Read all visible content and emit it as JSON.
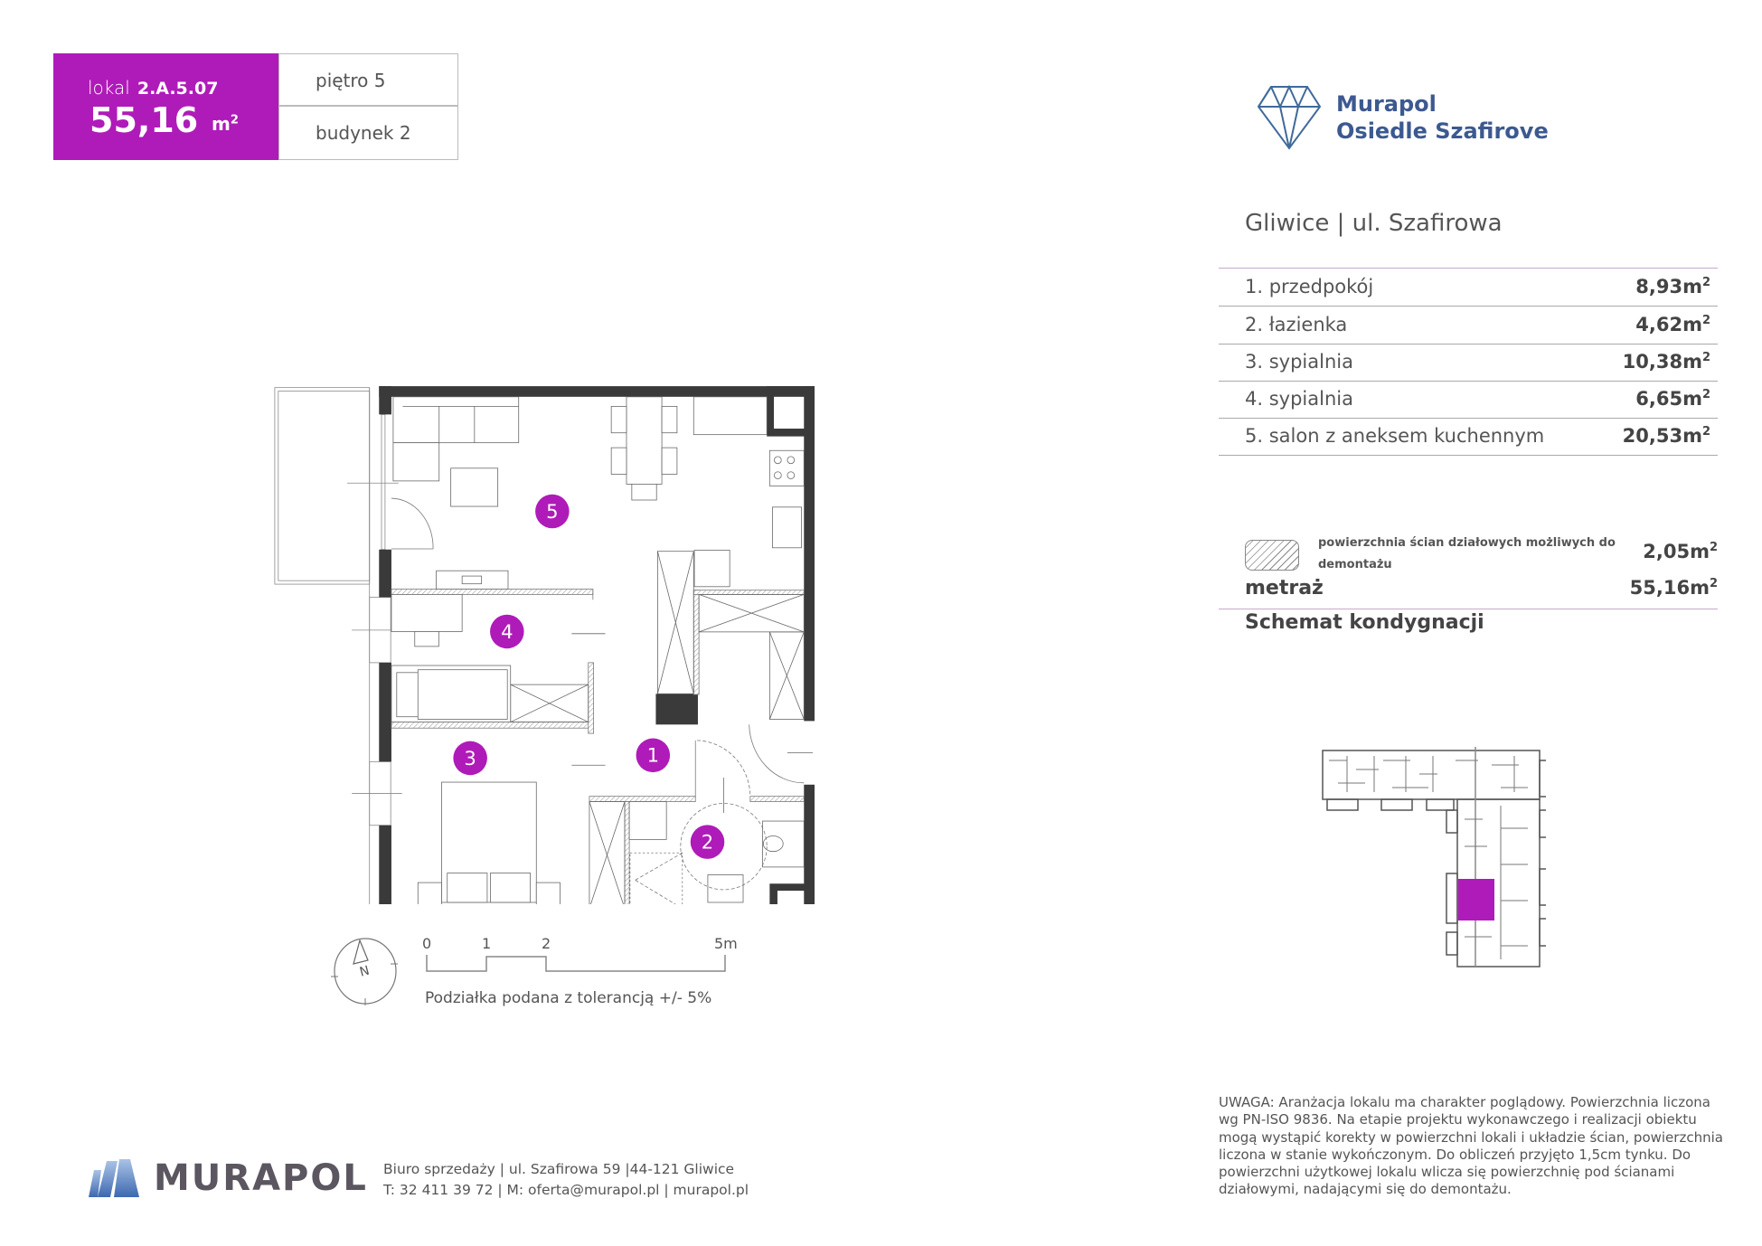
{
  "header": {
    "lokal_label": "lokal",
    "lokal_id": "2.A.5.07",
    "area": "55,16",
    "area_unit": "m",
    "area_unit_sup": "2",
    "floor": "piętro 5",
    "building": "budynek 2"
  },
  "brand": {
    "line1": "Murapol",
    "line2": "Osiedle Szafirove",
    "location": "Gliwice | ul. Szafirowa"
  },
  "rooms": [
    {
      "name": "1. przedpokój",
      "area": "8,93m",
      "number": "1"
    },
    {
      "name": "2. łazienka",
      "area": "4,62m",
      "number": "2"
    },
    {
      "name": "3. sypialnia",
      "area": "10,38m",
      "number": "3"
    },
    {
      "name": "4. sypialnia",
      "area": "6,65m",
      "number": "4"
    },
    {
      "name": "5. salon z aneksem kuchennym",
      "area": "20,53m",
      "number": "5"
    }
  ],
  "sup": "2",
  "partition": {
    "line1": "powierzchnia ścian działowych możliwych do",
    "line2": "demontażu",
    "area": "2,05m"
  },
  "total": {
    "label": "metraż",
    "area": "55,16m"
  },
  "schema_title": "Schemat kondygnacji",
  "scale": {
    "t0": "0",
    "t1": "1",
    "t2": "2",
    "t5": "5m",
    "note": "Podziałka podana z tolerancją +/- 5%"
  },
  "compass": {
    "label": "N"
  },
  "note": "UWAGA: Aranżacja lokalu ma charakter poglądowy. Powierzchnia liczona wg PN-ISO 9836. Na etapie projektu wykonawczego i realizacji obiektu mogą wystąpić korekty w powierzchni lokali i układzie ścian, powierzchnia liczona w stanie wykończonym. Do obliczeń przyjęto 1,5cm tynku. Do powierzchni użytkowej lokalu wlicza się powierzchnię pod ścianami działowymi, nadającymi się do demontażu.",
  "footer": {
    "brand": "MURAPOL",
    "line1": "Biuro sprzedaży | ul. Szafirowa 59 |44-121 Gliwice",
    "line2": "T: 32 411 39 72 | M: oferta@murapol.pl | murapol.pl"
  },
  "colors": {
    "accent": "#af1bb8",
    "brand_blue": "#3c5990",
    "wall": "#3a3a3a"
  }
}
